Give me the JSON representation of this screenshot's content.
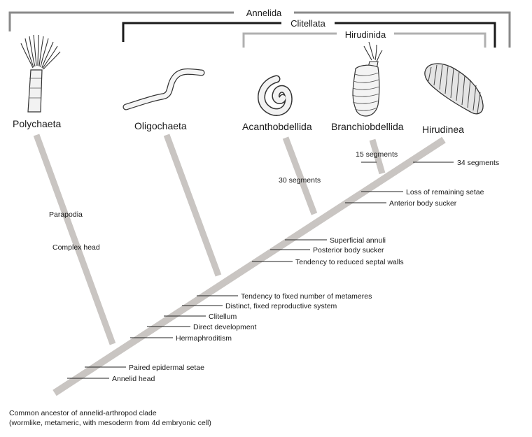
{
  "clades": {
    "annelida": "Annelida",
    "clitellata": "Clitellata",
    "hirudinida": "Hirudinida"
  },
  "taxa": {
    "polychaeta": "Polychaeta",
    "oligochaeta": "Oligochaeta",
    "acanthobdellida": "Acanthobdellida",
    "branchiobdellida": "Branchiobdellida",
    "hirudinea": "Hirudinea"
  },
  "characters": {
    "parapodia": "Parapodia",
    "complex_head": "Complex head",
    "segments_30": "30 segments",
    "segments_15": "15 segments",
    "segments_34": "34 segments",
    "loss_setae": "Loss of remaining setae",
    "anterior_sucker": "Anterior body sucker",
    "superficial_annuli": "Superficial annuli",
    "posterior_sucker": "Posterior body sucker",
    "reduced_septal": "Tendency to reduced septal walls",
    "fixed_metameres": "Tendency to fixed number of metameres",
    "reproductive_system": "Distinct, fixed reproductive system",
    "clitellum": "Clitellum",
    "direct_development": "Direct development",
    "hermaphroditism": "Hermaphroditism",
    "paired_setae": "Paired epidermal setae",
    "annelid_head": "Annelid head"
  },
  "caption": {
    "line1": "Common ancestor of annelid-arthropod clade",
    "line2": "(wormlike, metameric, with mesoderm from 4d embryonic cell)"
  },
  "colors": {
    "branch": "#c9c5c2",
    "annelida_bracket": "#8a8a8a",
    "clitellata_bracket": "#1a1a1a",
    "hirudinida_bracket": "#b0b0b0"
  }
}
